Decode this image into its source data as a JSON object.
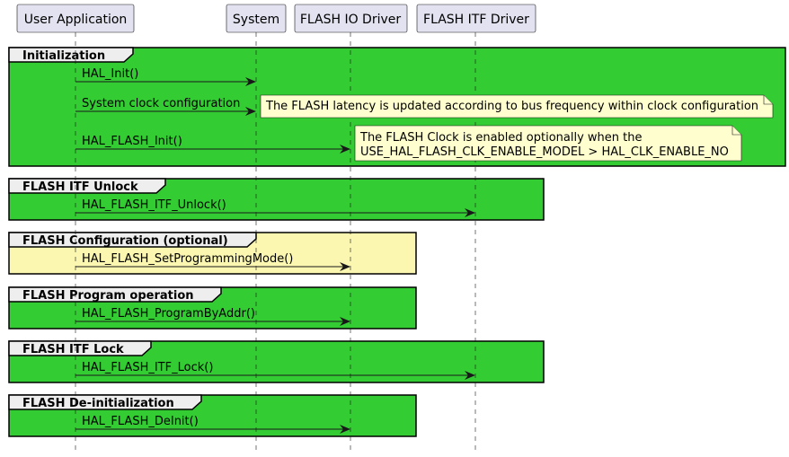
{
  "participants": [
    {
      "id": "user",
      "label": "User Application"
    },
    {
      "id": "system",
      "label": "System"
    },
    {
      "id": "io",
      "label": "FLASH IO Driver"
    },
    {
      "id": "itf",
      "label": "FLASH ITF Driver"
    }
  ],
  "groups": [
    {
      "title": "Initialization",
      "color": "#33cc33"
    },
    {
      "title": "FLASH ITF Unlock",
      "color": "#33cc33"
    },
    {
      "title": "FLASH Configuration (optional)",
      "color": "#fbf7b1"
    },
    {
      "title": "FLASH Program operation",
      "color": "#33cc33"
    },
    {
      "title": "FLASH ITF Lock",
      "color": "#33cc33"
    },
    {
      "title": "FLASH De-initialization",
      "color": "#33cc33"
    }
  ],
  "messages": [
    {
      "from": "user",
      "to": "system",
      "label": "HAL_Init()"
    },
    {
      "from": "user",
      "to": "system",
      "label": "System clock configuration"
    },
    {
      "from": "user",
      "to": "io",
      "label": "HAL_FLASH_Init()"
    },
    {
      "from": "user",
      "to": "itf",
      "label": "HAL_FLASH_ITF_Unlock()"
    },
    {
      "from": "user",
      "to": "io",
      "label": "HAL_FLASH_SetProgrammingMode()"
    },
    {
      "from": "user",
      "to": "io",
      "label": "HAL_FLASH_ProgramByAddr()"
    },
    {
      "from": "user",
      "to": "itf",
      "label": "HAL_FLASH_ITF_Lock()"
    },
    {
      "from": "user",
      "to": "io",
      "label": "HAL_FLASH_DeInit()"
    }
  ],
  "notes": [
    {
      "lines": [
        "The FLASH latency is updated according to bus frequency within clock configuration"
      ]
    },
    {
      "lines": [
        "The FLASH Clock is enabled optionally when the",
        "USE_HAL_FLASH_CLK_ENABLE_MODEL > HAL_CLK_ENABLE_NO"
      ]
    }
  ]
}
